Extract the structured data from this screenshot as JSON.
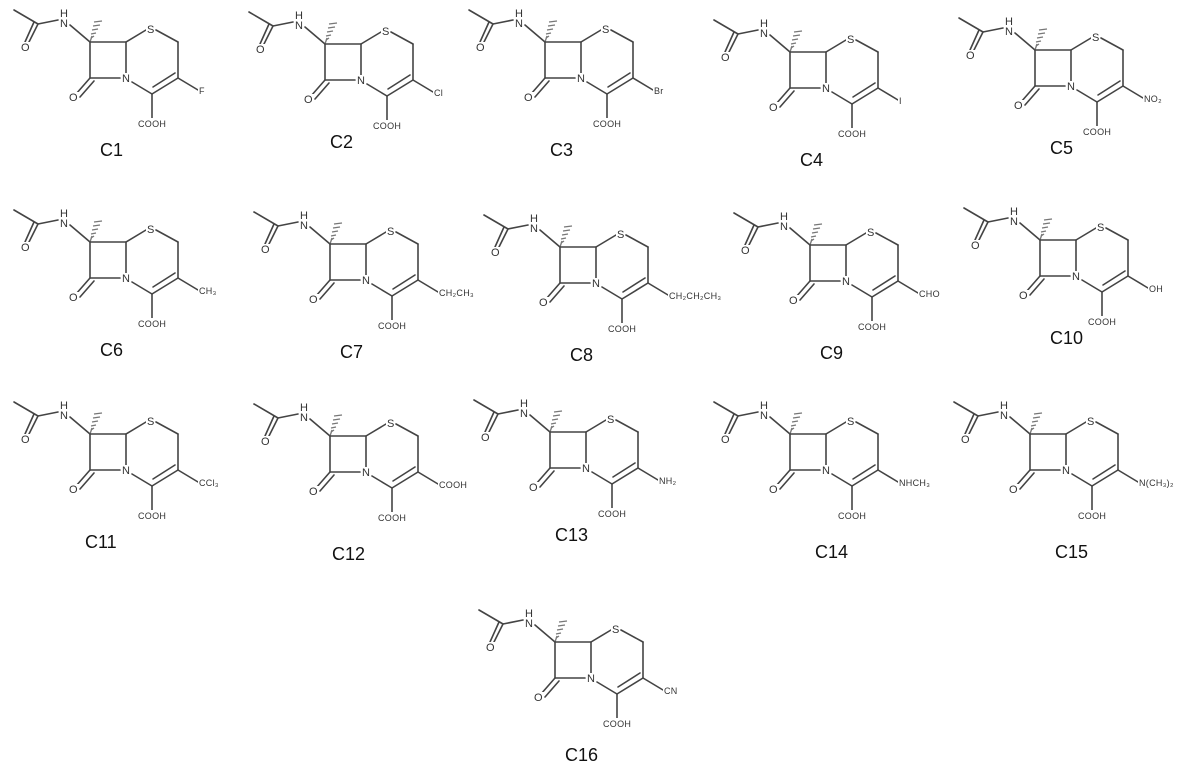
{
  "figure": {
    "core_atoms": {
      "nitrogen_amide": "N",
      "hydrogen_amide": "H",
      "oxygen_acetyl": "O",
      "oxygen_lactam": "O",
      "sulfur": "S",
      "nitrogen_ring": "N",
      "carboxyl": "COOH"
    },
    "compounds": [
      {
        "label": "C1",
        "substituent": "F"
      },
      {
        "label": "C2",
        "substituent": "Cl"
      },
      {
        "label": "C3",
        "substituent": "Br"
      },
      {
        "label": "C4",
        "substituent": "I"
      },
      {
        "label": "C5",
        "substituent": "NO₂"
      },
      {
        "label": "C6",
        "substituent": "CH₃"
      },
      {
        "label": "C7",
        "substituent": "CH₂CH₃"
      },
      {
        "label": "C8",
        "substituent": "CH₂CH₂CH₃"
      },
      {
        "label": "C9",
        "substituent": "CHO"
      },
      {
        "label": "C10",
        "substituent": "OH"
      },
      {
        "label": "C11",
        "substituent": "CCl₃"
      },
      {
        "label": "C12",
        "substituent": "COOH"
      },
      {
        "label": "C13",
        "substituent": "NH₂"
      },
      {
        "label": "C14",
        "substituent": "NHCH₃"
      },
      {
        "label": "C15",
        "substituent": "N(CH₃)₂"
      },
      {
        "label": "C16",
        "substituent": "CN"
      }
    ]
  }
}
